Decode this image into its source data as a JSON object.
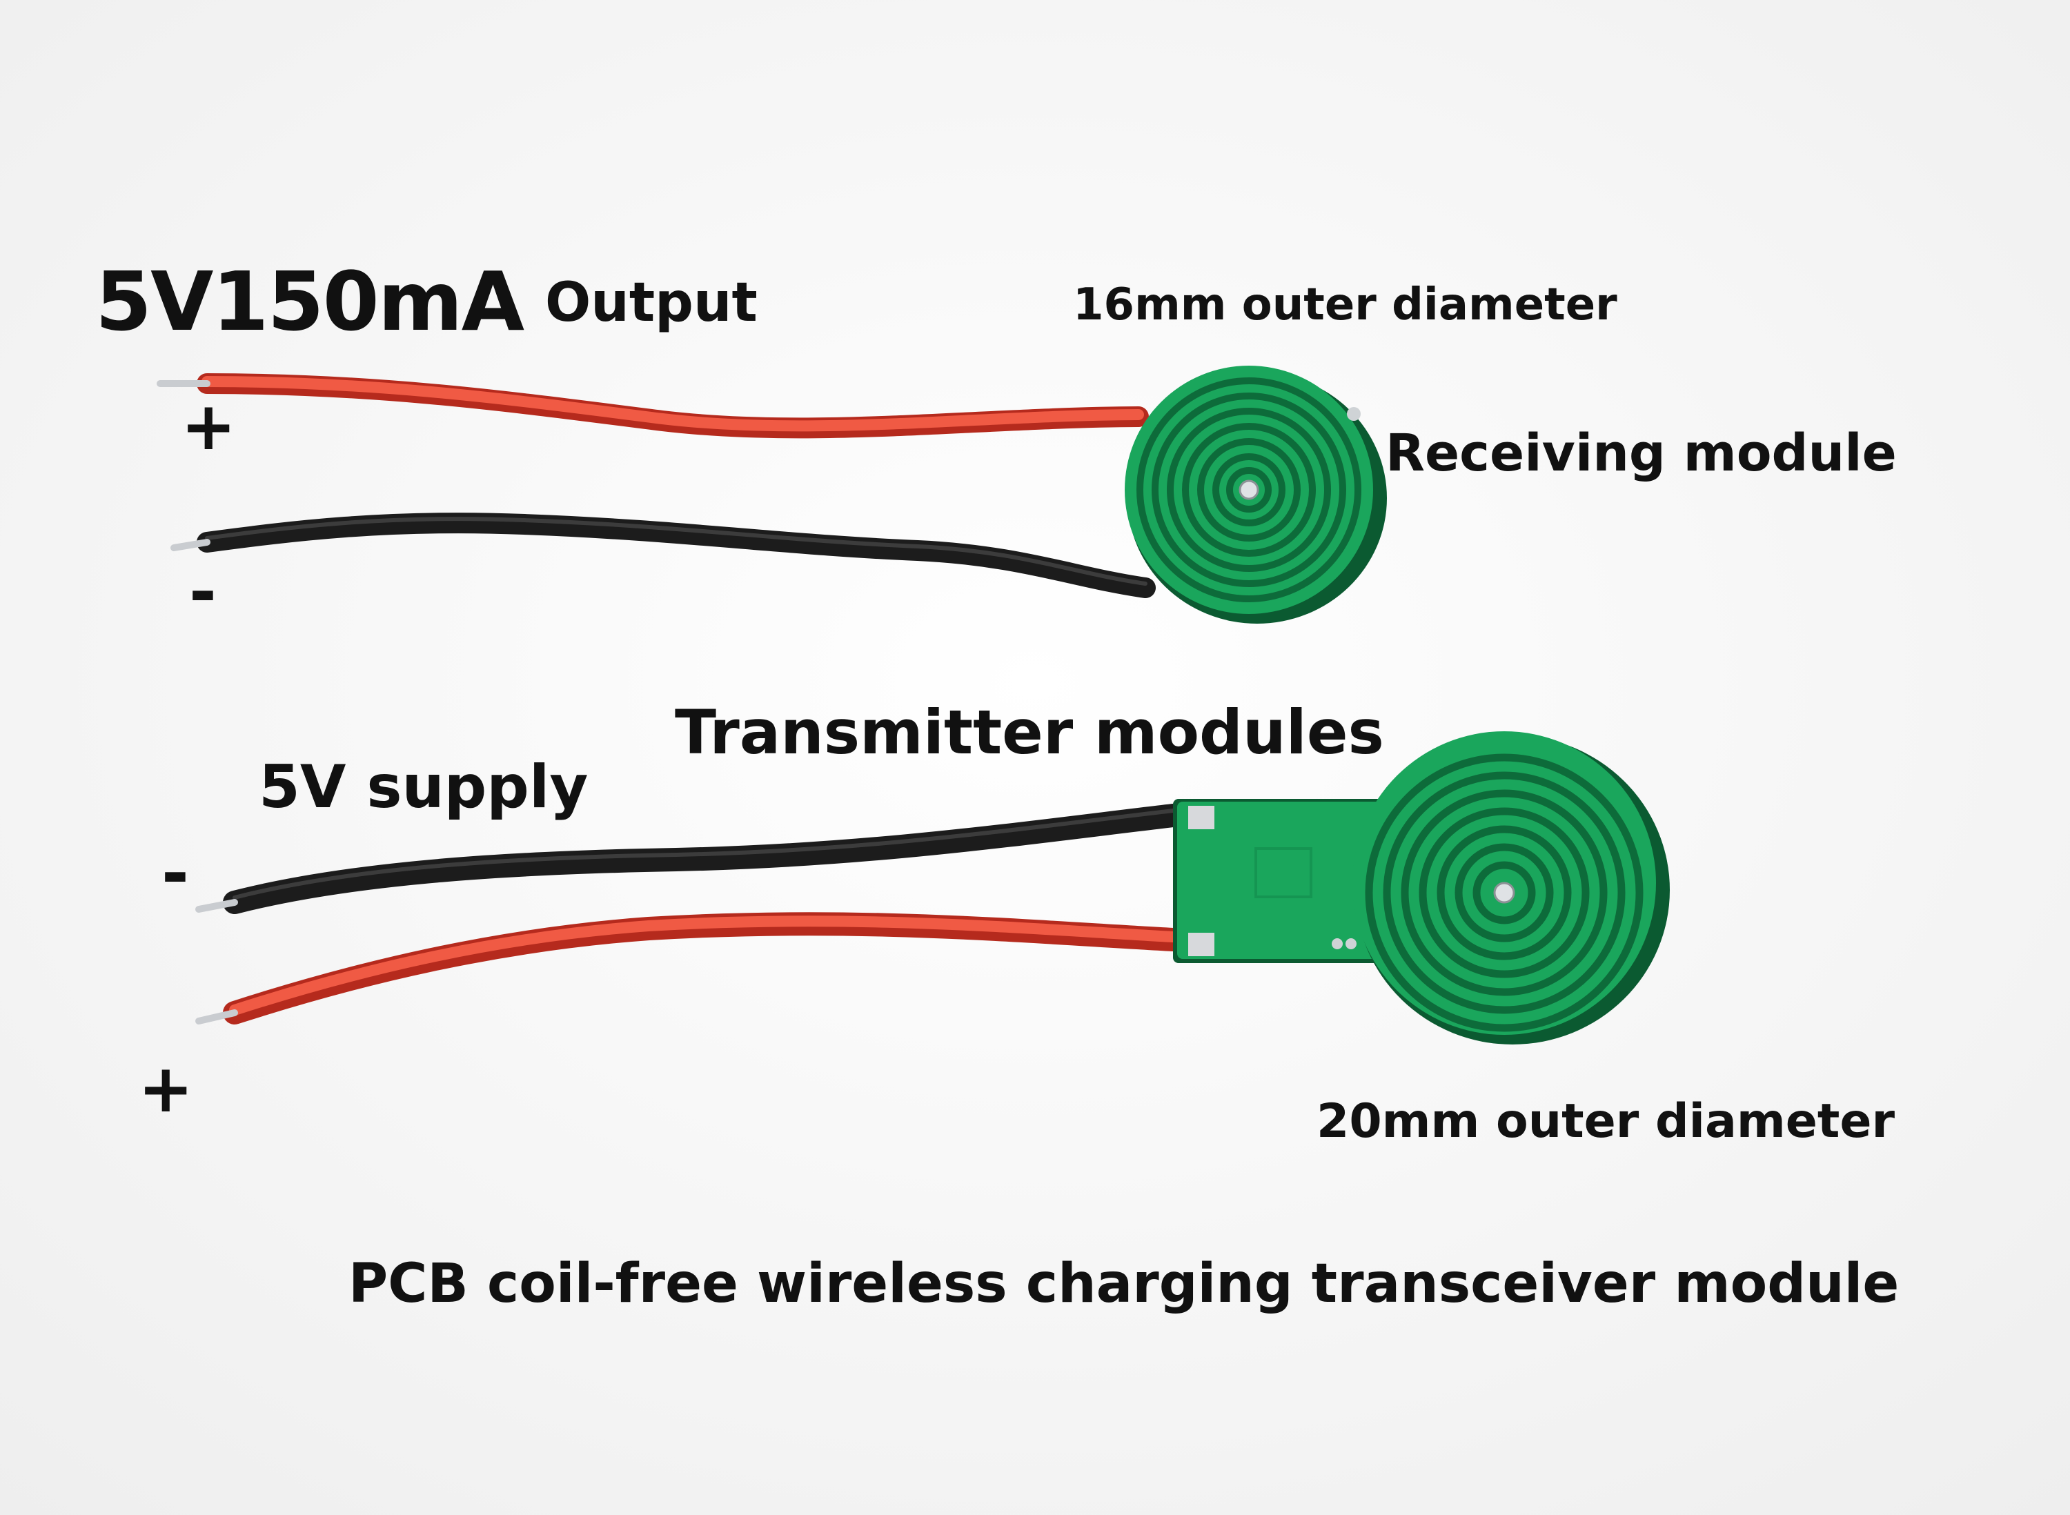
{
  "labels": {
    "output_value": "5V150mA",
    "output_word": "Output",
    "receiver_diameter": "16mm outer diameter",
    "receiver_module": "Receiving module",
    "receiver_plus": "+",
    "receiver_minus": "-",
    "transmitter_modules": "Transmitter modules",
    "transmitter_supply": "5V supply",
    "transmitter_minus": "-",
    "transmitter_plus": "+",
    "transmitter_diameter": "20mm outer diameter",
    "caption": "PCB coil-free wireless charging transceiver module"
  },
  "colors": {
    "background": "#f4f4f4",
    "pcb_green": "#17a35b",
    "pcb_trace": "#0d6b3a",
    "wire_red": "#e8412f",
    "wire_black": "#1c1c1c",
    "solder": "#d7d9dc"
  }
}
